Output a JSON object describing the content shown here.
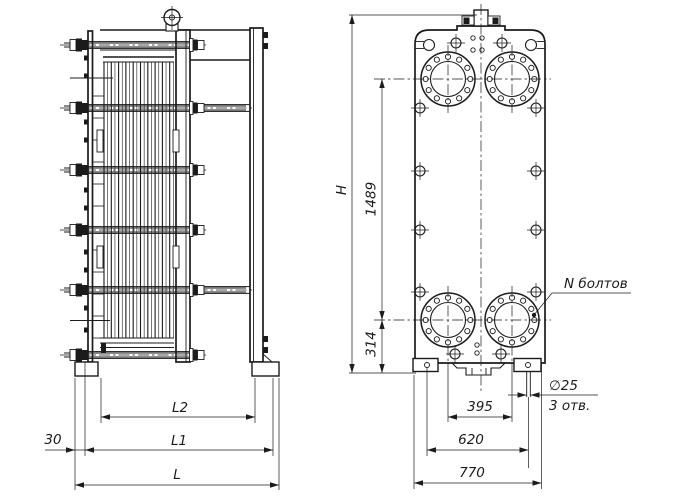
{
  "drawing": {
    "background": "#ffffff",
    "ink": "#1b1b1b",
    "subject": "plate heat exchanger, two orthographic views",
    "side_view": {
      "name": "side view - plate pack with tie bolts",
      "dims": {
        "foot_offset": "30",
        "pack_length": "L2",
        "frame_length": "L1",
        "overall_length": "L"
      }
    },
    "front_view": {
      "name": "front view - fixed frame plate with ports",
      "dims": {
        "overall_height": "H",
        "port_span_vertical": "1489",
        "port_base_height": "314",
        "port_span_horizontal": "395",
        "foot_hole_span": "620",
        "overall_width": "770"
      },
      "notes": {
        "bolt_count": "N болтов",
        "hole_diameter": "∅25",
        "hole_count": "3 отв."
      }
    }
  }
}
